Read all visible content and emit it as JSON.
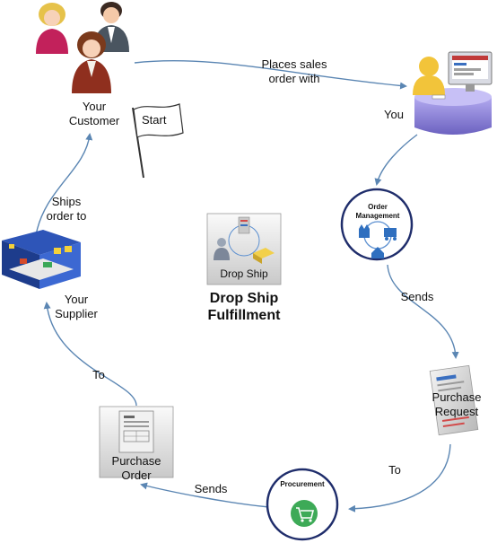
{
  "nodes": {
    "customer": {
      "line1": "Your",
      "line2": "Customer"
    },
    "you": {
      "label": "You"
    },
    "order_management": {
      "line1": "Order",
      "line2": "Management"
    },
    "purchase_request": {
      "line1": "Purchase",
      "line2": "Request"
    },
    "procurement": {
      "label": "Procurement"
    },
    "purchase_order": {
      "line1": "Purchase",
      "line2": "Order"
    },
    "supplier": {
      "line1": "Your",
      "line2": "Supplier"
    },
    "start_flag": {
      "label": "Start"
    }
  },
  "edges": {
    "places": {
      "line1": "Places sales",
      "line2": "order with"
    },
    "sends_1": {
      "label": "Sends"
    },
    "to_1": {
      "label": "To"
    },
    "sends_2": {
      "label": "Sends"
    },
    "to_2": {
      "label": "To"
    },
    "ships": {
      "line1": "Ships",
      "line2": "order to"
    }
  },
  "center": {
    "badge_label": "Drop Ship",
    "title_line1": "Drop Ship",
    "title_line2": "Fulfillment"
  },
  "colors": {
    "arrow": "#5b86b3",
    "circle_border": "#1f2d6b",
    "procurement_green": "#3daa57",
    "desk_purple": "#8f86d6"
  }
}
